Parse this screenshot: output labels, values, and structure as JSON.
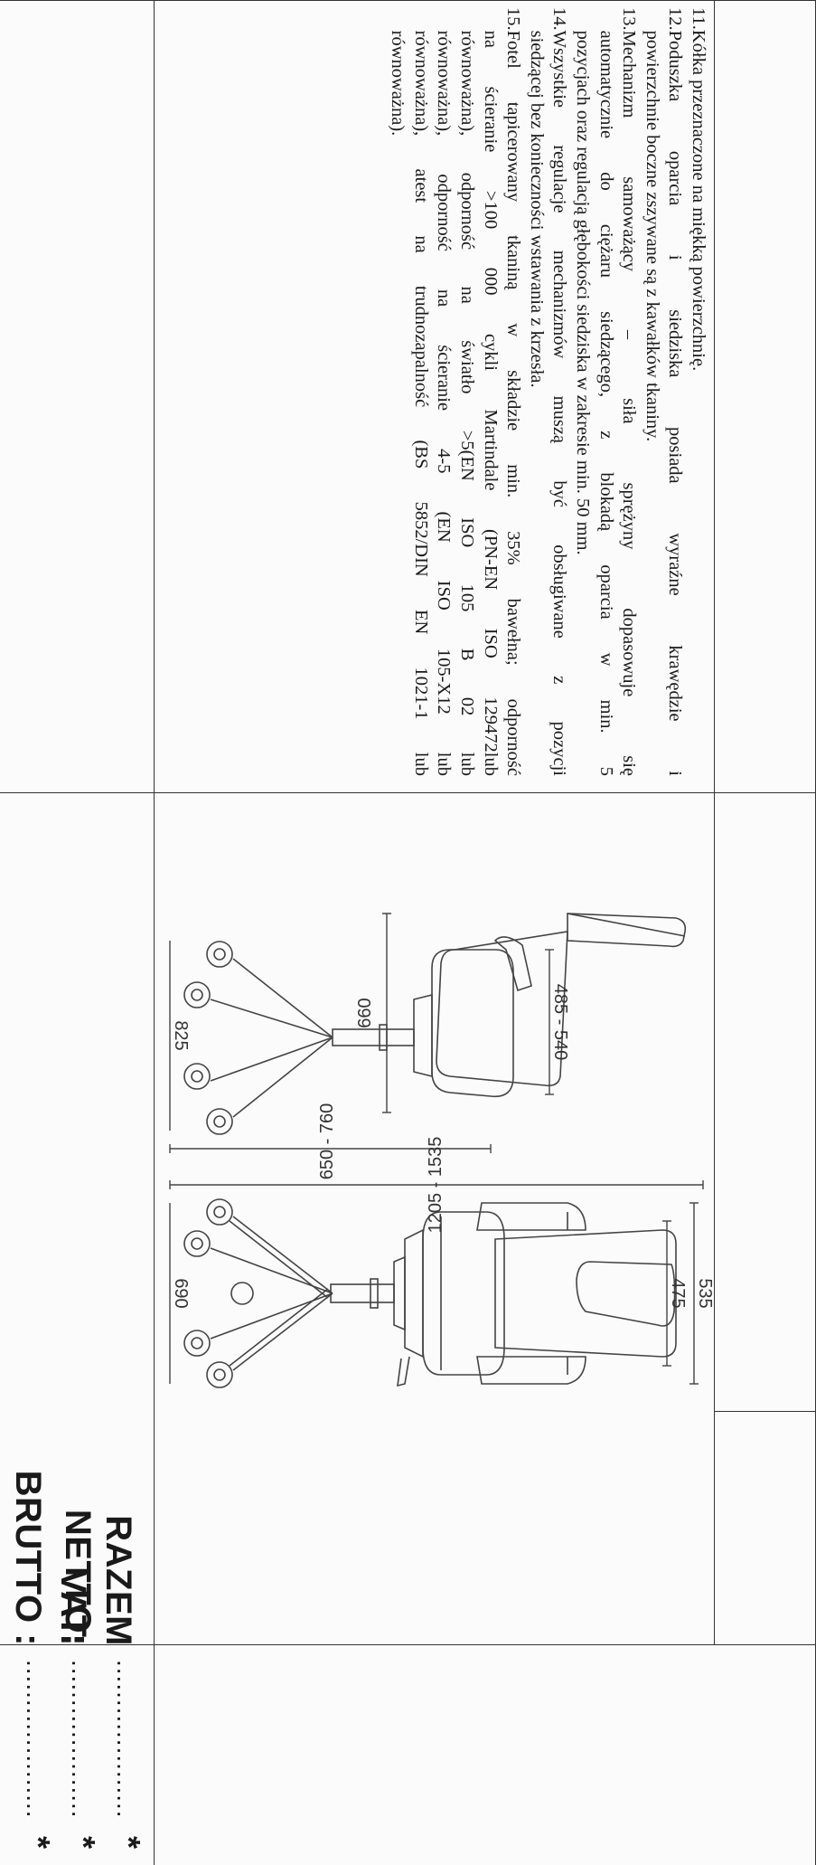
{
  "description": {
    "items": [
      {
        "num": "11.",
        "lines": [
          "Kółka przeznaczone na miękką powierzchnię."
        ]
      },
      {
        "num": "12.",
        "lines": [
          "Poduszka oparcia i siedziska posiada wyraźne krawędzie i",
          "powierzchnie boczne zszywane są z kawałków tkaniny."
        ]
      },
      {
        "num": "13.",
        "lines": [
          "Mechanizm samoważący – siła sprężyny dopasowuje się",
          "automatycznie do ciężaru siedzącego, z blokadą oparcia w min. 5",
          "pozycjach oraz regulacją głębokości siedziska w zakresie min. 50 mm."
        ]
      },
      {
        "num": "14.",
        "lines": [
          "Wszystkie regulacje mechanizmów muszą być obsługiwane z pozycji",
          "siedzącej bez konieczności wstawania z krzesła."
        ]
      },
      {
        "num": "15.",
        "lines": [
          "Fotel tapicerowany tkaniną w składzie min. 35% bawełna; odporność",
          "na ścieranie >100 000 cykli Martindale (PN-EN ISO 129472lub",
          "równoważna), odporność na światło >5(EN ISO 105 B 02 lub",
          "równoważna), odporność na ścieranie 4-5 (EN ISO 105-X12 lub",
          "równoważna), atest na trudnozapalność (BS 5852/DIN EN 1021-1 lub",
          "równoważna)."
        ]
      }
    ]
  },
  "dimensions": {
    "total_height": "1205 - 1535",
    "overall_width": "535",
    "seat_width": "475",
    "base_width": "690",
    "seat_height": "650 - 760",
    "overall_depth": "660",
    "seat_depth": "485 - 540",
    "base_depth": "825"
  },
  "totals": {
    "net_label": "RAZEM NETTO:",
    "vat_label": "VAT:",
    "gross_label": "BRUTTO :",
    "net_value": "....................",
    "vat_value": "....................",
    "gross_value": "....................",
    "asterisk": "*"
  }
}
